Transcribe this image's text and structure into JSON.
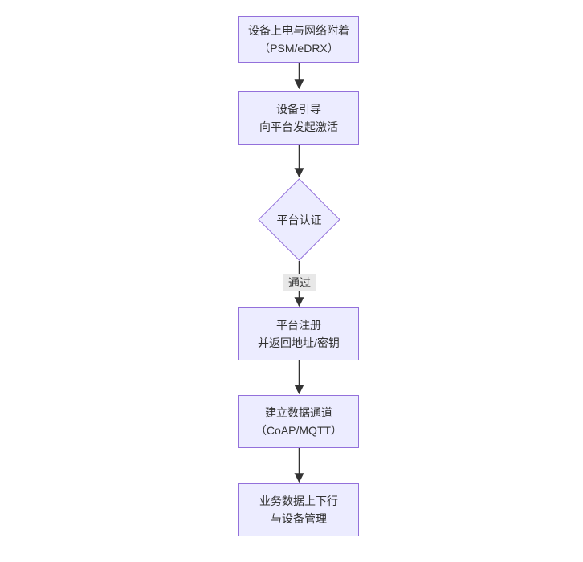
{
  "diagram": {
    "type": "flowchart",
    "direction": "top-to-bottom",
    "nodes": {
      "power_attach": {
        "shape": "rect",
        "line1": "设备上电与网络附着",
        "line2": "（PSM/eDRX）"
      },
      "bootstrap": {
        "shape": "rect",
        "line1": "设备引导",
        "line2": "向平台发起激活"
      },
      "auth": {
        "shape": "diamond",
        "line1": "平台认证"
      },
      "register": {
        "shape": "rect",
        "line1": "平台注册",
        "line2": "并返回地址/密钥"
      },
      "channel": {
        "shape": "rect",
        "line1": "建立数据通道",
        "line2": "（CoAP/MQTT）"
      },
      "business": {
        "shape": "rect",
        "line1": "业务数据上下行",
        "line2": "与设备管理"
      }
    },
    "edges": {
      "sequence": [
        {
          "from": "power_attach",
          "to": "bootstrap",
          "label": ""
        },
        {
          "from": "bootstrap",
          "to": "auth",
          "label": ""
        },
        {
          "from": "auth",
          "to": "register",
          "label": "通过"
        },
        {
          "from": "register",
          "to": "channel",
          "label": ""
        },
        {
          "from": "channel",
          "to": "business",
          "label": ""
        }
      ],
      "auth_pass_label": "通过"
    },
    "colors": {
      "node_fill": "#ECECFF",
      "node_border": "#9370DB",
      "text": "#333333",
      "arrow": "#333333",
      "edge_label_bg": "#e8e8e8",
      "background": "#ffffff"
    }
  }
}
